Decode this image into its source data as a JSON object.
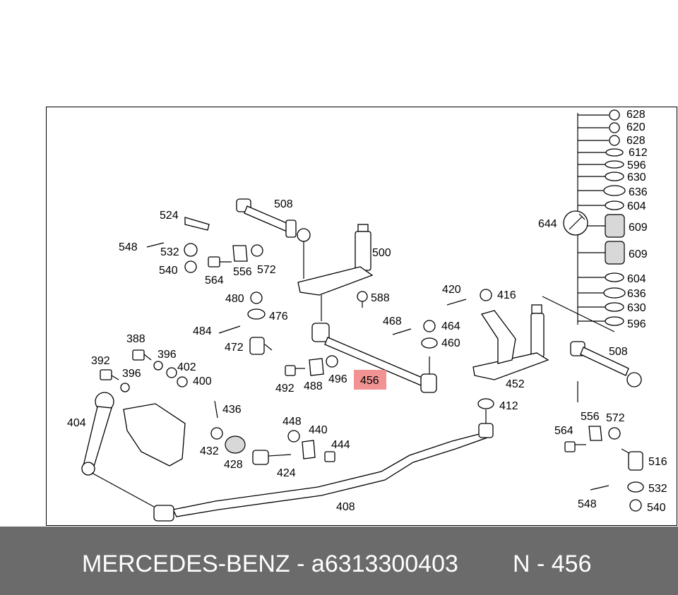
{
  "footer": {
    "brand_part": "MERCEDES-BENZ - a6313300403",
    "position": "N - 456"
  },
  "highlight_label": "456",
  "labels": [
    "628",
    "620",
    "628",
    "612",
    "596",
    "630",
    "636",
    "604",
    "644",
    "609",
    "609",
    "604",
    "636",
    "630",
    "596",
    "508",
    "524",
    "548",
    "532",
    "540",
    "564",
    "556",
    "572",
    "500",
    "588",
    "480",
    "476",
    "484",
    "472",
    "420",
    "416",
    "468",
    "464",
    "460",
    "388",
    "392",
    "396",
    "402",
    "396",
    "400",
    "492",
    "488",
    "496",
    "508",
    "452",
    "404",
    "436",
    "412",
    "432",
    "428",
    "448",
    "440",
    "444",
    "424",
    "408",
    "564",
    "556",
    "572",
    "516",
    "532",
    "548",
    "540"
  ]
}
